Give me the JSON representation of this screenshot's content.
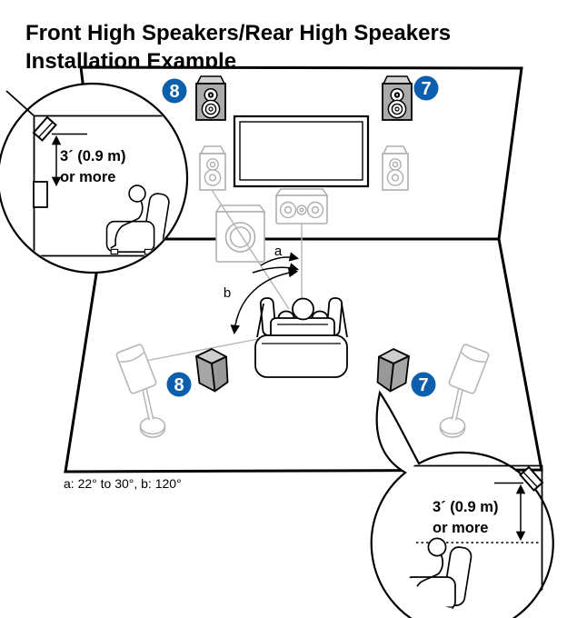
{
  "page": {
    "title_line1": "Front High Speakers/Rear High Speakers",
    "title_line2": "Installation Example"
  },
  "diagram": {
    "footnote": "a: 22° to 30°, b: 120°",
    "angle_a_label": "a",
    "angle_b_label": "b",
    "badges": {
      "front_high_left": "8",
      "front_high_right": "7",
      "rear_high_left": "8",
      "rear_high_right": "7"
    },
    "callout_left": {
      "measure_line1": "3´ (0.9 m)",
      "measure_line2": "or more"
    },
    "callout_right": {
      "measure_line1": "3´ (0.9 m)",
      "measure_line2": "or more"
    },
    "colors": {
      "badge_blue": "#0d5fad",
      "speaker_gray_front": "#ababab",
      "speaker_gray_top": "#d2d2d2",
      "wedge_gray_top": "#cdcdcd",
      "wedge_gray_left": "#a6a6a6",
      "wedge_gray_right": "#999999",
      "light_outline_gray": "#aeaeae",
      "guide_line_gray": "#b5b5b5"
    }
  }
}
